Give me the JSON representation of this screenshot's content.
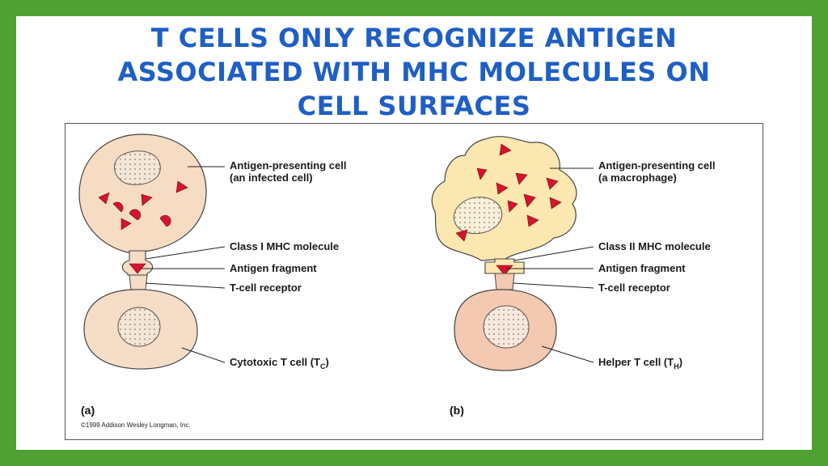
{
  "title": {
    "line1": "T CELLS ONLY RECOGNIZE ANTIGEN",
    "line2": "ASSOCIATED WITH MHC MOLECULES ON",
    "line3": "CELL SURFACES"
  },
  "diagram": {
    "panel_a": {
      "letter": "(a)",
      "apc_line1": "Antigen-presenting cell",
      "apc_line2": "(an infected cell)",
      "mhc": "Class I MHC molecule",
      "fragment": "Antigen fragment",
      "receptor": "T-cell receptor",
      "tcell": "Cytotoxic T cell (T",
      "tcell_sub": "C",
      "tcell_close": ")"
    },
    "panel_b": {
      "letter": "(b)",
      "apc_line1": "Antigen-presenting cell",
      "apc_line2": "(a macrophage)",
      "mhc": "Class II MHC molecule",
      "fragment": "Antigen fragment",
      "receptor": "T-cell receptor",
      "tcell": "Helper T cell (T",
      "tcell_sub": "H",
      "tcell_close": ")"
    },
    "copyright": "©1999 Addison Wesley Longman, Inc."
  },
  "colors": {
    "border": "#50a132",
    "title": "#1f5fc5",
    "apc_a": "#f6dcc3",
    "apc_b": "#fbe7b0",
    "tcell": "#f5ddc7",
    "helper_tcell": "#f3c9b2",
    "antigen": "#d5142d"
  }
}
